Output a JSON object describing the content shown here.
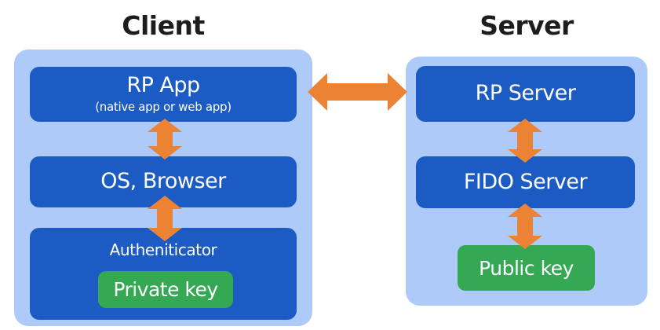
{
  "colors": {
    "page-bg": "#ffffff",
    "container-blue": "#AECAF9",
    "box-blue": "#1B5BC3",
    "key-green": "#34A853",
    "arrow-orange": "#EC8233",
    "title-text": "#1d1d1d",
    "box-text": "#ffffff"
  },
  "client": {
    "title": "Client",
    "rp_app": {
      "label": "RP App",
      "sublabel": "(native app or web app)"
    },
    "os_browser": {
      "label": "OS, Browser"
    },
    "authenticator": {
      "label": "Autheniticator",
      "key_label": "Private key"
    }
  },
  "server": {
    "title": "Server",
    "rp_server": {
      "label": "RP Server"
    },
    "fido_server": {
      "label": "FIDO Server"
    },
    "public_key": {
      "label": "Public key"
    }
  },
  "arrows": {
    "rpapp_osbrowser": "double-vertical",
    "osbrowser_authenticator": "double-vertical",
    "rpserver_fidoserver": "double-vertical",
    "fidoserver_publickey": "double-vertical",
    "rpapp_rpserver": "double-horizontal"
  }
}
